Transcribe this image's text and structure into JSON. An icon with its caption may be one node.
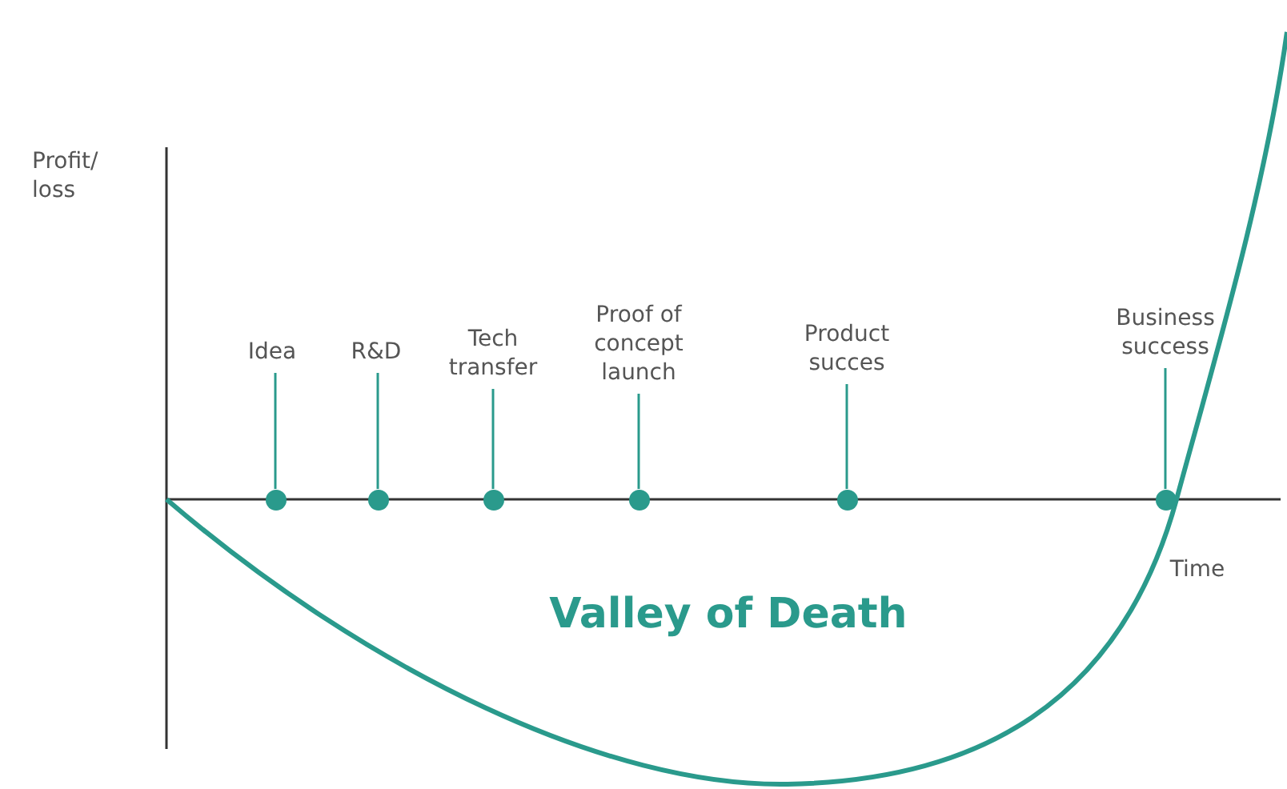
{
  "diagram": {
    "nodes": [
      {
        "text": [
          "Idea"
        ]
      },
      {
        "text": [
          "R&D"
        ]
      },
      {
        "text": [
          "Tech transfer"
        ]
      },
      {
        "text": [
          "Proof of concept launch"
        ]
      },
      {
        "text": [
          "Product succes"
        ]
      },
      {
        "text": [
          "Business success"
        ]
      },
      {
        "text": [],
        "shape": "circle"
      },
      {
        "text": [],
        "shape": "circle"
      },
      {
        "text": [],
        "shape": "circle"
      },
      {
        "text": [],
        "shape": "circle"
      },
      {
        "text": [],
        "shape": "circle"
      },
      {
        "text": [],
        "shape": "circle"
      }
    ],
    "edges": [
      {
        "from": 0,
        "to": 6,
        "arrow": "none"
      },
      {
        "from": 1,
        "to": 7,
        "arrow": "none"
      },
      {
        "from": 2,
        "to": 8,
        "arrow": "none"
      },
      {
        "from": 3,
        "to": 9,
        "arrow": "none"
      },
      {
        "from": 4,
        "to": 10,
        "arrow": "none"
      },
      {
        "from": 5,
        "to": 11,
        "arrow": "none"
      }
    ],
    "labels": [
      "Profit/ loss",
      "Valley of Death",
      "Time"
    ]
  }
}
